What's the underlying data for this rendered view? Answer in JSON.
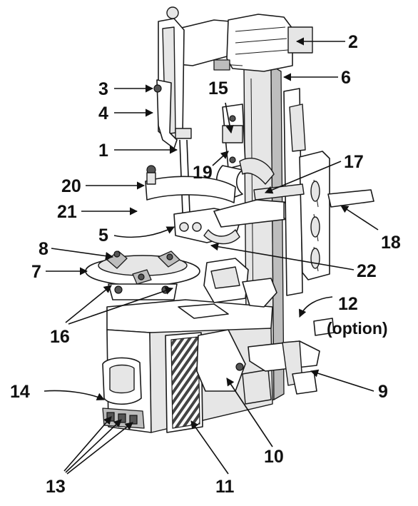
{
  "diagram": {
    "callouts": [
      {
        "id": "1",
        "text": "1"
      },
      {
        "id": "2",
        "text": "2"
      },
      {
        "id": "3",
        "text": "3"
      },
      {
        "id": "4",
        "text": "4"
      },
      {
        "id": "5",
        "text": "5"
      },
      {
        "id": "6",
        "text": "6"
      },
      {
        "id": "7",
        "text": "7"
      },
      {
        "id": "8",
        "text": "8"
      },
      {
        "id": "9",
        "text": "9"
      },
      {
        "id": "10",
        "text": "10"
      },
      {
        "id": "11",
        "text": "11"
      },
      {
        "id": "12",
        "text": "12"
      },
      {
        "id": "12b",
        "text": "(option)"
      },
      {
        "id": "13",
        "text": "13"
      },
      {
        "id": "14",
        "text": "14"
      },
      {
        "id": "15",
        "text": "15"
      },
      {
        "id": "16",
        "text": "16"
      },
      {
        "id": "17",
        "text": "17"
      },
      {
        "id": "18",
        "text": "18"
      },
      {
        "id": "19",
        "text": "19"
      },
      {
        "id": "20",
        "text": "20"
      },
      {
        "id": "21",
        "text": "21"
      },
      {
        "id": "22",
        "text": "22"
      }
    ]
  }
}
